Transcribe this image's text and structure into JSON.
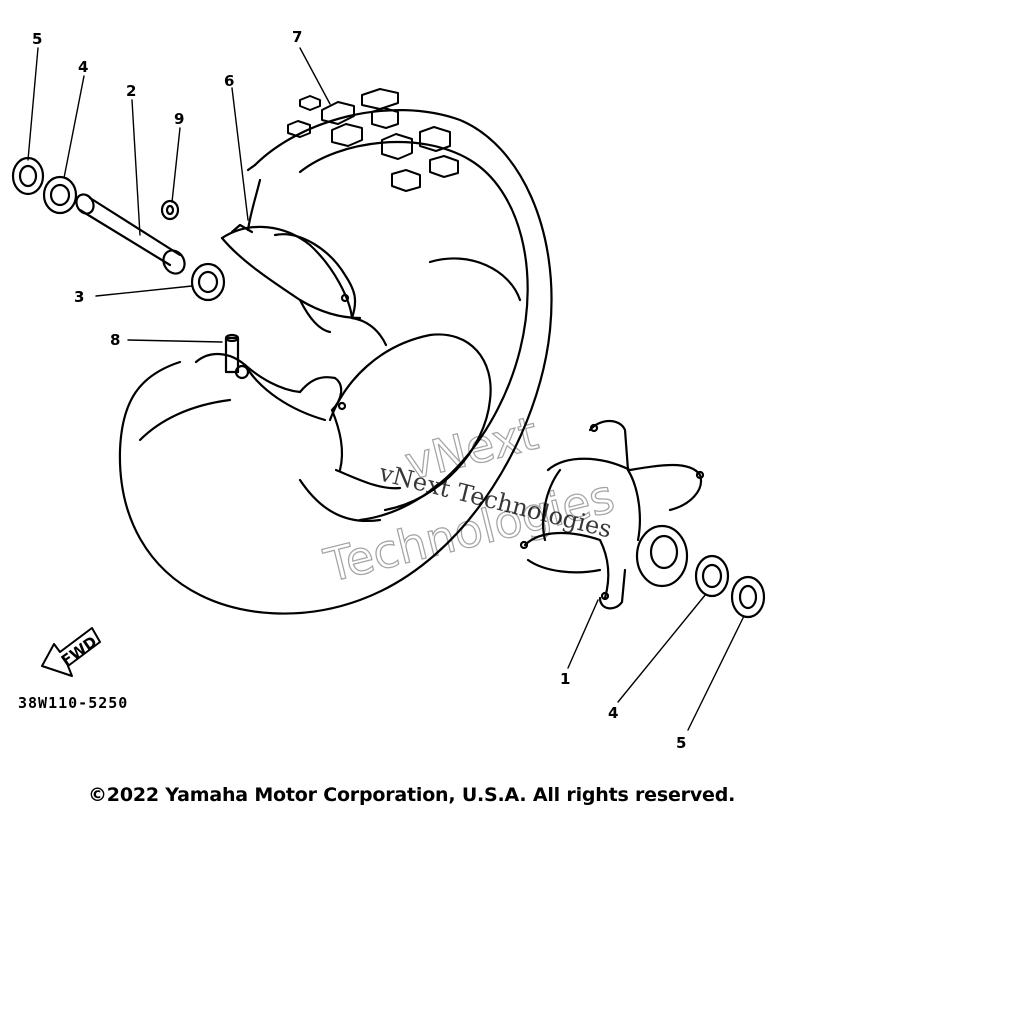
{
  "callouts": [
    {
      "label": "5"
    },
    {
      "label": "4"
    },
    {
      "label": "2"
    },
    {
      "label": "9"
    },
    {
      "label": "6"
    },
    {
      "label": "7"
    },
    {
      "label": "3"
    },
    {
      "label": "8"
    },
    {
      "label": "1"
    },
    {
      "label": "4"
    },
    {
      "label": "5"
    }
  ],
  "part_code": "38W110-5250",
  "fwd_label": "FWD",
  "watermark": {
    "line1": "vNext Technologies",
    "line2a": "vNext",
    "line2b": "Technologies"
  },
  "copyright": "©2022 Yamaha Motor Corporation, U.S.A. All rights reserved."
}
